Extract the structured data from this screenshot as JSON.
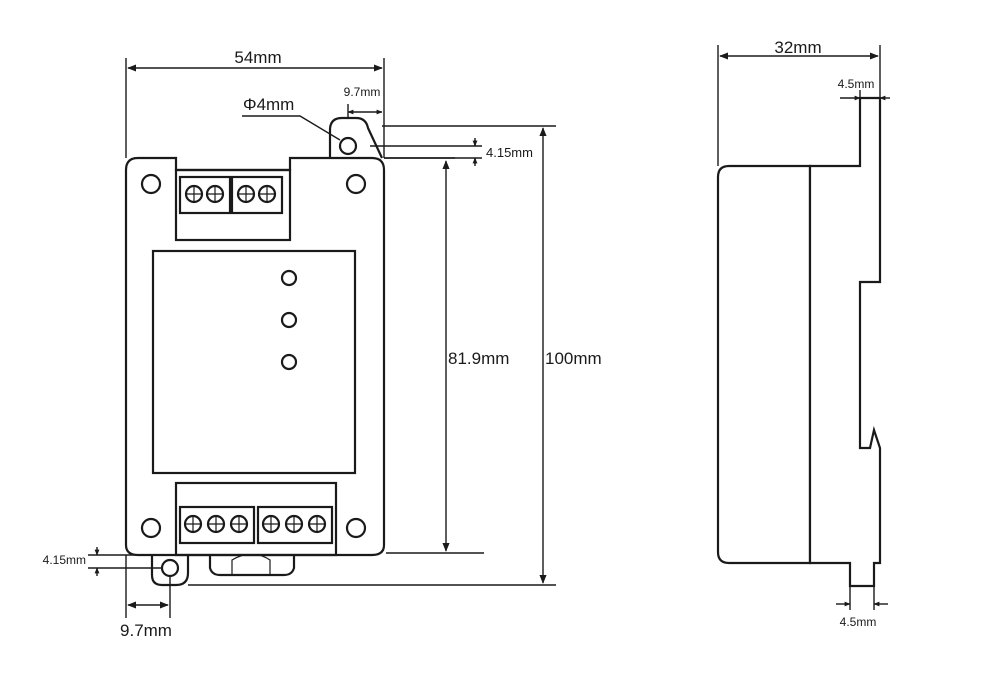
{
  "front_view": {
    "width_label": "54mm",
    "hole_diameter_label": "Φ4mm",
    "tab_offset_top_label": "9.7mm",
    "tab_height_top_label": "4.15mm",
    "inner_height_label": "81.9mm",
    "total_height_label": "100mm",
    "tab_height_bottom_label": "4.15mm",
    "tab_offset_bottom_label": "9.7mm"
  },
  "side_view": {
    "depth_label": "32mm",
    "rail_top_label": "4.5mm",
    "rail_bottom_label": "4.5mm"
  }
}
